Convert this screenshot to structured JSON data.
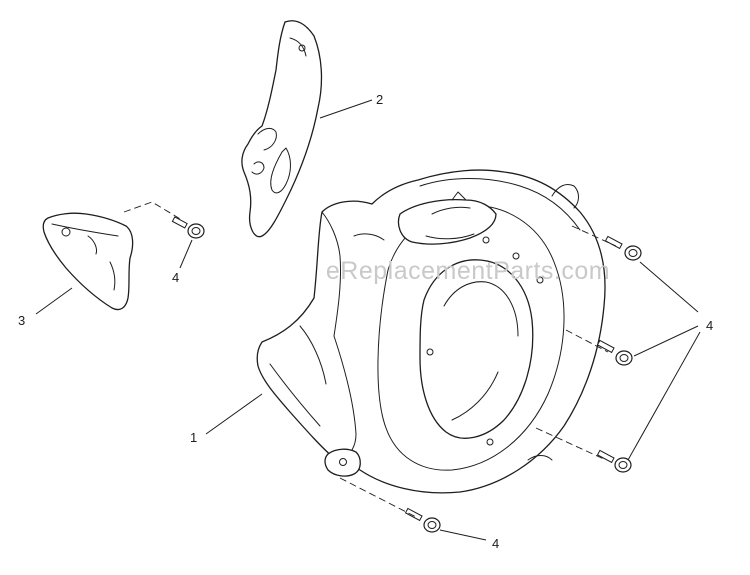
{
  "watermark": "eReplacementParts.com",
  "callouts": {
    "housing": "1",
    "plate": "2",
    "cover": "3",
    "bolt_cover": "4",
    "bolt_right_group": "4",
    "bolt_bottom": "4"
  }
}
